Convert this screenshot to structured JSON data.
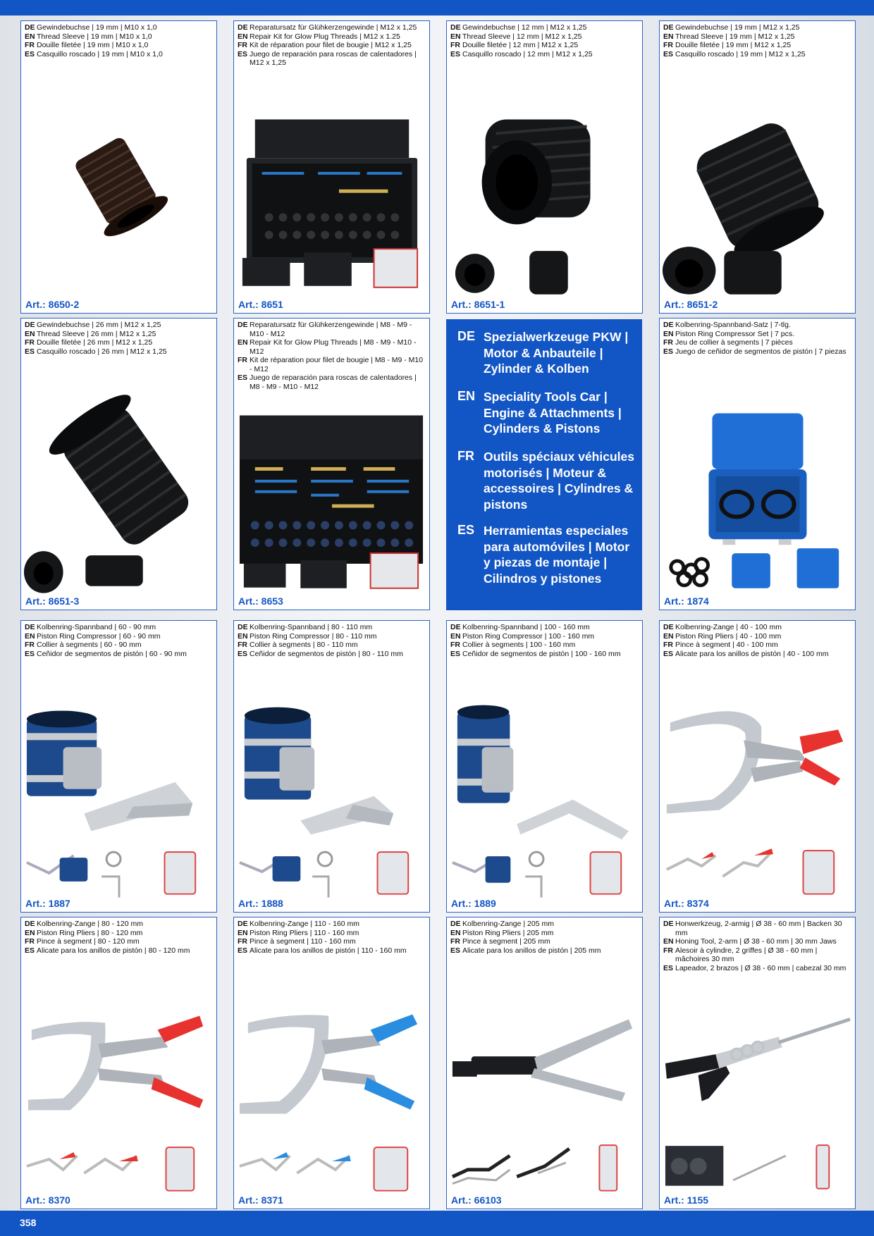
{
  "page_number": "358",
  "hero": [
    {
      "lang": "DE",
      "text": "Spezialwerkzeuge PKW | Motor & Anbauteile | Zylinder & Kolben"
    },
    {
      "lang": "EN",
      "text": "Speciality Tools Car | Engine & Attachments | Cylinders & Pistons"
    },
    {
      "lang": "FR",
      "text": "Outils spéciaux véhicules motorisés | Moteur & accessoires | Cylindres & pistons"
    },
    {
      "lang": "ES",
      "text": "Herramientas especiales para automóviles | Motor y piezas de montaje | Cilindros y pistones"
    }
  ],
  "products": [
    {
      "art": "Art.: 8650-2",
      "lines": [
        {
          "lang": "DE",
          "text": "Gewindebuchse | 19 mm | M10 x 1,0"
        },
        {
          "lang": "EN",
          "text": "Thread Sleeve | 19 mm | M10 x 1,0"
        },
        {
          "lang": "FR",
          "text": "Douille filetée | 19 mm | M10 x 1,0"
        },
        {
          "lang": "ES",
          "text": "Casquillo roscado | 19 mm | M10 x 1,0"
        }
      ]
    },
    {
      "art": "Art.: 8651",
      "lines": [
        {
          "lang": "DE",
          "text": "Reparatursatz für Glühkerzengewinde | M12 x 1,25"
        },
        {
          "lang": "EN",
          "text": "Repair Kit for Glow Plug Threads | M12 x 1.25"
        },
        {
          "lang": "FR",
          "text": "Kit de réparation pour filet de bougie | M12 x 1,25"
        },
        {
          "lang": "ES",
          "text": "Juego de reparación para roscas de calentadores | M12 x 1,25"
        }
      ]
    },
    {
      "art": "Art.: 8651-1",
      "lines": [
        {
          "lang": "DE",
          "text": "Gewindebuchse | 12 mm | M12 x 1,25"
        },
        {
          "lang": "EN",
          "text": "Thread Sleeve | 12 mm | M12 x 1,25"
        },
        {
          "lang": "FR",
          "text": "Douille filetée | 12 mm | M12 x 1,25"
        },
        {
          "lang": "ES",
          "text": "Casquillo roscado | 12 mm | M12 x 1,25"
        }
      ]
    },
    {
      "art": "Art.: 8651-2",
      "lines": [
        {
          "lang": "DE",
          "text": "Gewindebuchse | 19 mm | M12 x 1,25"
        },
        {
          "lang": "EN",
          "text": "Thread Sleeve | 19 mm | M12 x 1,25"
        },
        {
          "lang": "FR",
          "text": "Douille filetée | 19 mm | M12 x 1,25"
        },
        {
          "lang": "ES",
          "text": "Casquillo roscado | 19 mm | M12 x 1,25"
        }
      ]
    },
    {
      "art": "Art.: 8651-3",
      "lines": [
        {
          "lang": "DE",
          "text": "Gewindebuchse | 26 mm | M12 x 1,25"
        },
        {
          "lang": "EN",
          "text": "Thread Sleeve | 26 mm | M12 x 1,25"
        },
        {
          "lang": "FR",
          "text": "Douille filetée | 26 mm | M12 x 1,25"
        },
        {
          "lang": "ES",
          "text": "Casquillo roscado | 26 mm | M12 x 1,25"
        }
      ]
    },
    {
      "art": "Art.: 8653",
      "lines": [
        {
          "lang": "DE",
          "text": "Reparatursatz für Glühkerzengewinde | M8 - M9 - M10 - M12"
        },
        {
          "lang": "EN",
          "text": "Repair Kit for Glow Plug Threads | M8 - M9 - M10 - M12"
        },
        {
          "lang": "FR",
          "text": "Kit de réparation pour filet de bougie | M8 - M9 - M10 - M12"
        },
        {
          "lang": "ES",
          "text": "Juego de reparación para roscas de calentadores | M8 - M9 - M10 - M12"
        }
      ]
    },
    {
      "art": "Art.: 1874",
      "lines": [
        {
          "lang": "DE",
          "text": "Kolbenring-Spannband-Satz | 7-tlg."
        },
        {
          "lang": "EN",
          "text": "Piston Ring Compressor Set | 7 pcs."
        },
        {
          "lang": "FR",
          "text": "Jeu de collier à segments | 7 pièces"
        },
        {
          "lang": "ES",
          "text": "Juego de ceñidor de segmentos de pistón | 7 piezas"
        }
      ]
    },
    {
      "art": "Art.: 1887",
      "lines": [
        {
          "lang": "DE",
          "text": "Kolbenring-Spannband | 60 - 90 mm"
        },
        {
          "lang": "EN",
          "text": "Piston Ring Compressor | 60 - 90 mm"
        },
        {
          "lang": "FR",
          "text": "Collier à segments | 60 - 90 mm"
        },
        {
          "lang": "ES",
          "text": "Ceñidor de segmentos de pistón | 60 - 90 mm"
        }
      ]
    },
    {
      "art": "Art.: 1888",
      "lines": [
        {
          "lang": "DE",
          "text": "Kolbenring-Spannband | 80 - 110 mm"
        },
        {
          "lang": "EN",
          "text": "Piston Ring Compressor | 80 - 110 mm"
        },
        {
          "lang": "FR",
          "text": "Collier à segments | 80 - 110 mm"
        },
        {
          "lang": "ES",
          "text": "Ceñidor de segmentos de pistón | 80 - 110 mm"
        }
      ]
    },
    {
      "art": "Art.: 1889",
      "lines": [
        {
          "lang": "DE",
          "text": "Kolbenring-Spannband | 100 - 160 mm"
        },
        {
          "lang": "EN",
          "text": "Piston Ring Compressor | 100 - 160 mm"
        },
        {
          "lang": "FR",
          "text": "Collier à segments | 100 - 160 mm"
        },
        {
          "lang": "ES",
          "text": "Ceñidor de segmentos de pistón | 100 - 160 mm"
        }
      ]
    },
    {
      "art": "Art.: 8374",
      "lines": [
        {
          "lang": "DE",
          "text": "Kolbenring-Zange | 40 - 100 mm"
        },
        {
          "lang": "EN",
          "text": "Piston Ring Pliers | 40 - 100 mm"
        },
        {
          "lang": "FR",
          "text": "Pince à segment | 40 - 100 mm"
        },
        {
          "lang": "ES",
          "text": "Alicate para los anillos de pistón | 40 - 100 mm"
        }
      ]
    },
    {
      "art": "Art.: 8370",
      "lines": [
        {
          "lang": "DE",
          "text": "Kolbenring-Zange | 80 - 120 mm"
        },
        {
          "lang": "EN",
          "text": "Piston Ring Pliers | 80 - 120 mm"
        },
        {
          "lang": "FR",
          "text": "Pince à segment | 80 - 120 mm"
        },
        {
          "lang": "ES",
          "text": "Alicate para los anillos de pistón | 80 - 120 mm"
        }
      ]
    },
    {
      "art": "Art.: 8371",
      "lines": [
        {
          "lang": "DE",
          "text": "Kolbenring-Zange | 110 - 160 mm"
        },
        {
          "lang": "EN",
          "text": "Piston Ring Pliers | 110 - 160 mm"
        },
        {
          "lang": "FR",
          "text": "Pince à segment | 110 - 160 mm"
        },
        {
          "lang": "ES",
          "text": "Alicate para los anillos de pistón | 110 - 160 mm"
        }
      ]
    },
    {
      "art": "Art.: 66103",
      "lines": [
        {
          "lang": "DE",
          "text": "Kolbenring-Zange | 205 mm"
        },
        {
          "lang": "EN",
          "text": "Piston Ring Pliers | 205 mm"
        },
        {
          "lang": "FR",
          "text": "Pince à segment | 205 mm"
        },
        {
          "lang": "ES",
          "text": "Alicate para los anillos de pistón | 205 mm"
        }
      ]
    },
    {
      "art": "Art.: 1155",
      "lines": [
        {
          "lang": "DE",
          "text": "Honwerkzeug, 2-armig | Ø 38 - 60 mm | Backen 30 mm"
        },
        {
          "lang": "EN",
          "text": "Honing Tool, 2-arm | Ø 38 - 60 mm | 30 mm Jaws"
        },
        {
          "lang": "FR",
          "text": "Alesoir à cylindre, 2 griffes | Ø 38 - 60 mm | mâchoires 30 mm"
        },
        {
          "lang": "ES",
          "text": "Lapeador, 2 brazos | Ø 38 - 60 mm | cabezal 30 mm"
        }
      ]
    }
  ]
}
